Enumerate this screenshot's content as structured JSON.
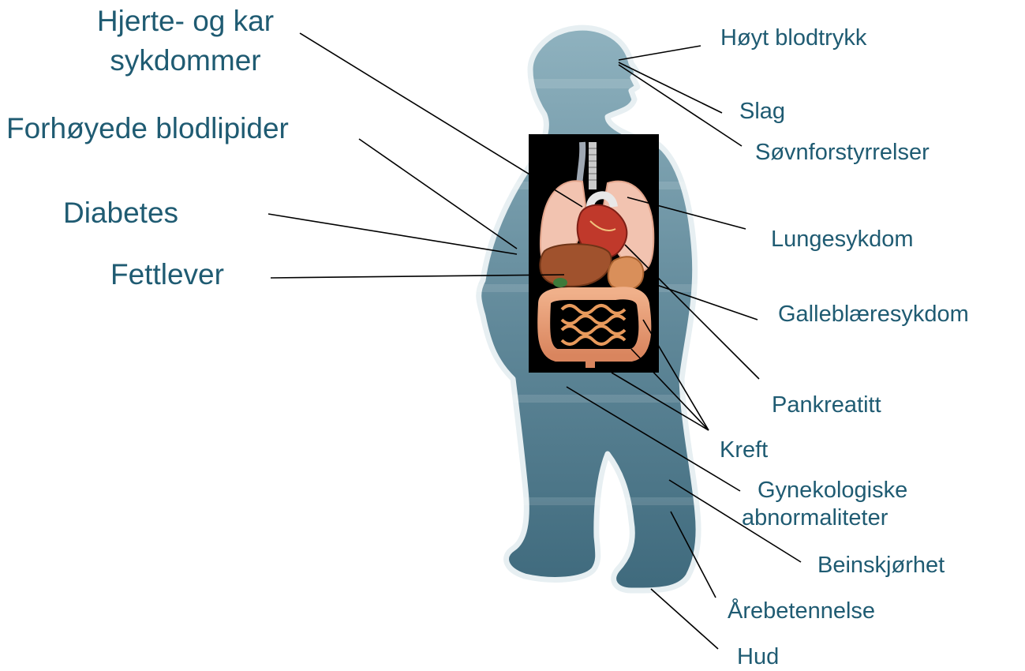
{
  "labels": {
    "hjerte_line1": "Hjerte- og kar",
    "hjerte_line2": "sykdommer",
    "blodlipider": "Forhøyede blodlipider",
    "diabetes": "Diabetes",
    "fettlever": "Fettlever",
    "hoyt_blodtrykk": "Høyt blodtrykk",
    "slag": "Slag",
    "sovnforstyrrelser": "Søvnforstyrrelser",
    "lungesykdom": "Lungesykdom",
    "galleblaere": "Galleblæresykdom",
    "pankreatitt": "Pankreatitt",
    "kreft": "Kreft",
    "gyn_line1": "Gynekologiske",
    "gyn_line2": "abnormaliteter",
    "beinskjorhet": "Beinskjørhet",
    "arebetennelse": "Årebetennelse",
    "hud": "Hud"
  },
  "colors": {
    "label_text": "#1f5b72",
    "silhouette_light": "#8fb2bf",
    "silhouette_dark": "#3f6a7d",
    "organ_panel": "#000000",
    "leader_line": "#000000"
  },
  "icons": {
    "body": "human-silhouette",
    "organs": "internal-organs-illustration"
  }
}
